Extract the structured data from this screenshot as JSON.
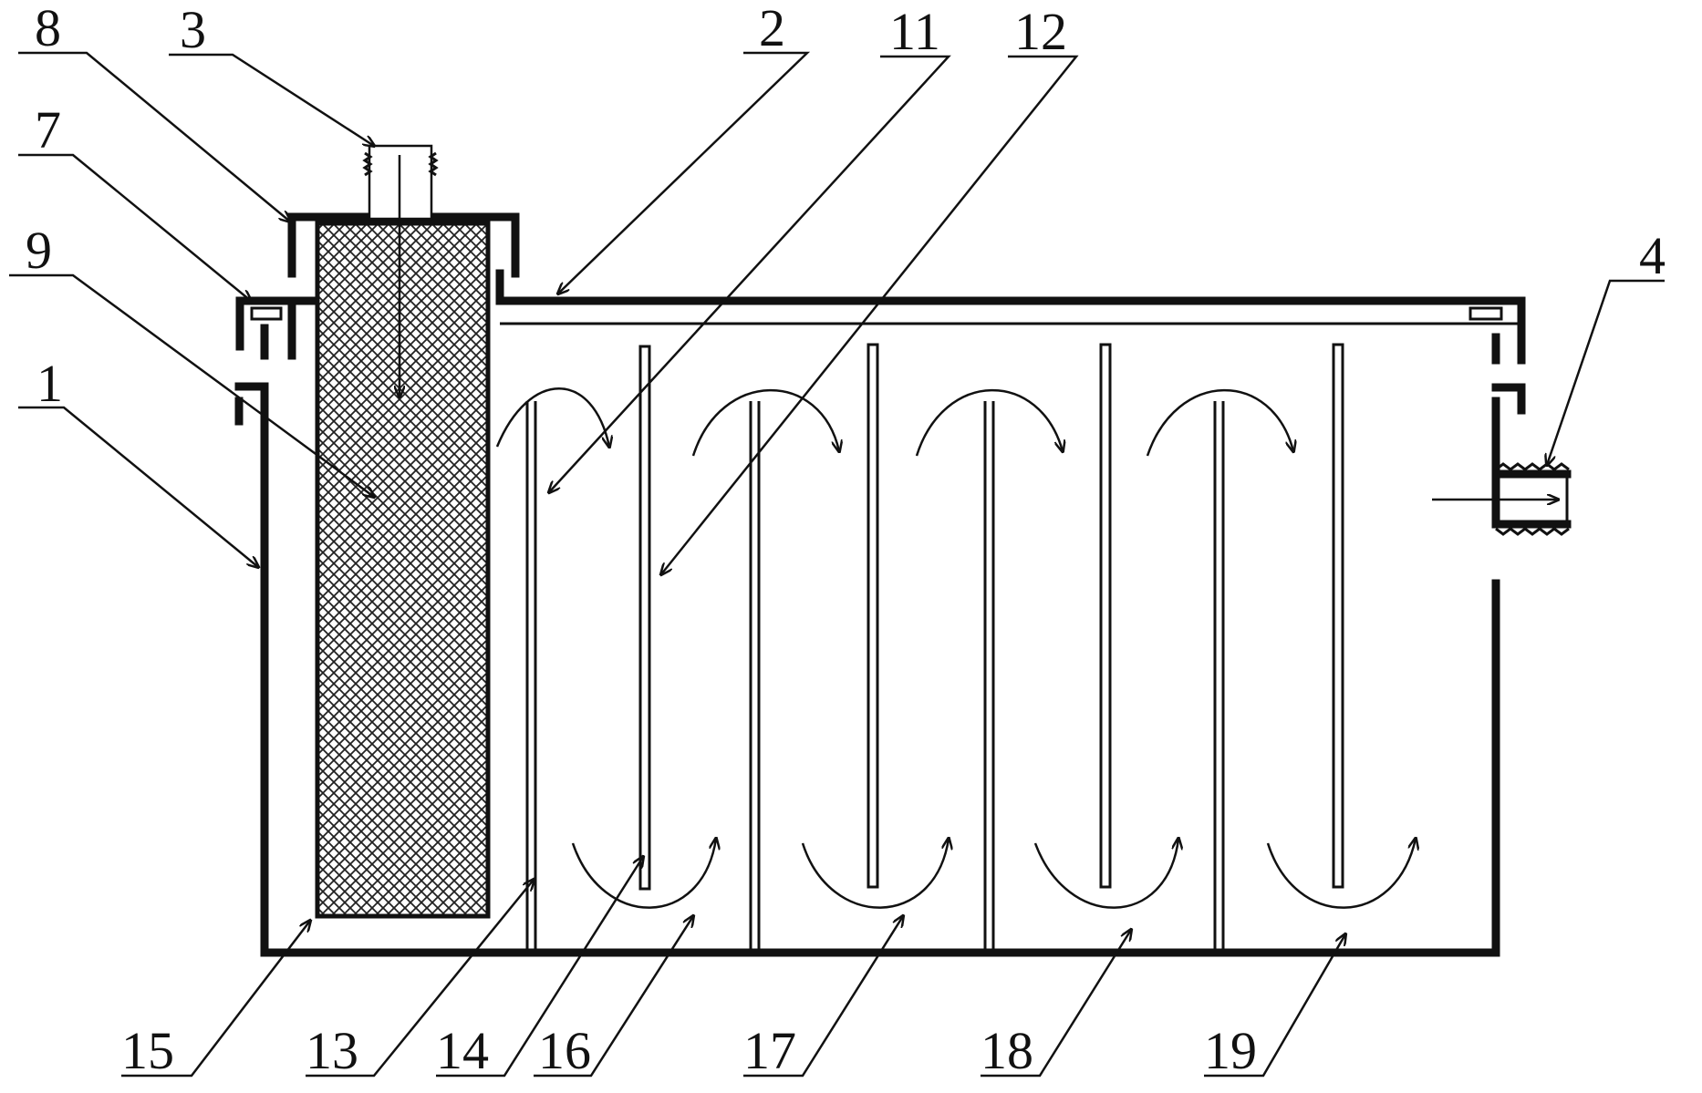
{
  "labels": {
    "l1": "1",
    "l2": "2",
    "l3": "3",
    "l4": "4",
    "l7": "7",
    "l8": "8",
    "l9": "9",
    "l11": "11",
    "l12": "12",
    "l13": "13",
    "l14": "14",
    "l15": "15",
    "l16": "16",
    "l17": "17",
    "l18": "18",
    "l19": "19"
  },
  "colors": {
    "line": "#111111",
    "background": "#ffffff",
    "filter_hatch": "#222222"
  }
}
